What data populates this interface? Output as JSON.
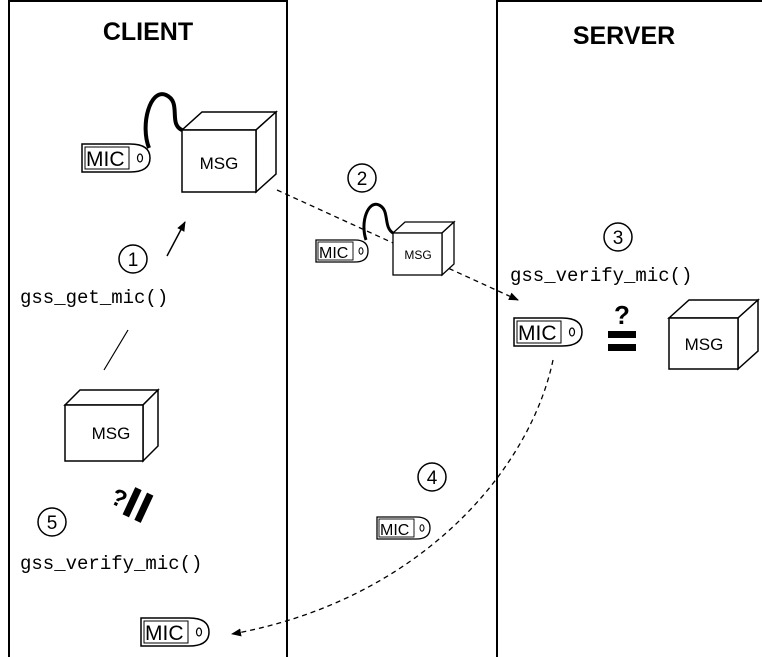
{
  "client": {
    "title": "CLIENT"
  },
  "server": {
    "title": "SERVER"
  },
  "labels": {
    "msg": "MSG",
    "mic": "MIC",
    "gss_get_mic": "gss_get_mic()",
    "gss_verify_mic": "gss_verify_mic()",
    "question": "?"
  },
  "steps": [
    "1",
    "2",
    "3",
    "4",
    "5"
  ],
  "colors": {
    "ink": "#000000",
    "paper": "#ffffff"
  }
}
